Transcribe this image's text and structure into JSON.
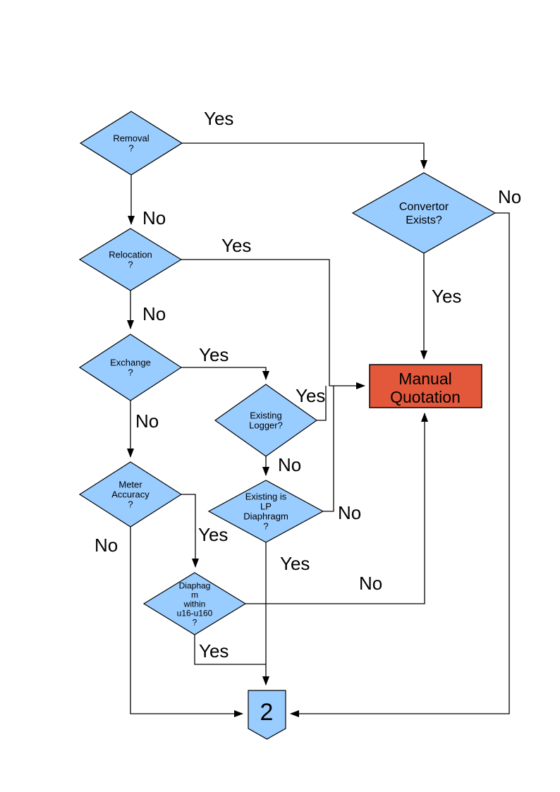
{
  "colors": {
    "page_background": "#FFFFFF",
    "node_fill": "#99CCFF",
    "node_stroke": "#000000",
    "highlight_fill": "#E3573B",
    "line": "#000000",
    "text": "#000000"
  },
  "nodes": {
    "removal": {
      "type": "decision",
      "lines": [
        "Removal",
        "?"
      ]
    },
    "relocation": {
      "type": "decision",
      "lines": [
        "Relocation",
        "?"
      ]
    },
    "exchange": {
      "type": "decision",
      "lines": [
        "Exchange",
        "?"
      ]
    },
    "meter_accuracy": {
      "type": "decision",
      "lines": [
        "Meter",
        "Accuracy",
        "?"
      ]
    },
    "convertor_exists": {
      "type": "decision",
      "lines": [
        "Convertor",
        "Exists?"
      ]
    },
    "existing_logger": {
      "type": "decision",
      "lines": [
        "Existing",
        "Logger?"
      ]
    },
    "existing_lp_diaphragm": {
      "type": "decision",
      "lines": [
        "Existing is",
        "LP",
        "Diaphragm",
        "?"
      ]
    },
    "diaphragm_within_range": {
      "type": "decision",
      "lines": [
        "Diaphag",
        "m",
        "within",
        "u16-u160",
        "?"
      ]
    },
    "manual_quotation": {
      "type": "process",
      "lines": [
        "Manual",
        "Quotation"
      ]
    },
    "offpage_connector_2": {
      "type": "offpage-connector",
      "label": "2"
    }
  },
  "edge_labels": {
    "removal_yes": "Yes",
    "removal_no": "No",
    "relocation_yes": "Yes",
    "relocation_no": "No",
    "exchange_yes": "Yes",
    "exchange_no": "No",
    "existing_logger_yes": "Yes",
    "existing_logger_no": "No",
    "lp_diaphragm_yes": "Yes",
    "lp_diaphragm_no": "No",
    "meter_accuracy_yes": "Yes",
    "meter_accuracy_no": "No",
    "diaphragm_yes": "Yes",
    "diaphragm_no": "No",
    "convertor_yes": "Yes",
    "convertor_no": "No"
  }
}
